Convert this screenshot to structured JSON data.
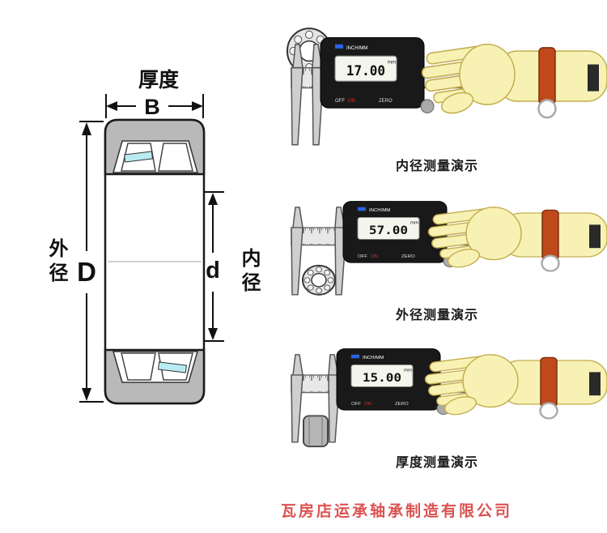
{
  "page": {
    "watermark": "瓦房店运承轴承制造有限公司",
    "watermark_color": "#d94040",
    "background": "#ffffff"
  },
  "diagram": {
    "thickness_label": "厚度",
    "width_symbol": "B",
    "outer_label": "外径",
    "outer_symbol": "D",
    "inner_symbol": "d",
    "inner_label": "内径",
    "colors": {
      "ring_gray": "#b9b9b9",
      "roller_cyan": "#b8ecf2"
    }
  },
  "caliper": {
    "mode_label": "INCH/MM",
    "off_label": "OFF",
    "on_label": "ON",
    "zero_label": "ZERO",
    "colors": {
      "body_dark": "#191919",
      "glove_yellow": "#f7f2b4",
      "watch_orange": "#c0491c"
    }
  },
  "demos": [
    {
      "caption": "内径测量演示",
      "reading": "17.00",
      "unit": "mm"
    },
    {
      "caption": "外径测量演示",
      "reading": "57.00",
      "unit": "mm"
    },
    {
      "caption": "厚度测量演示",
      "reading": "15.00",
      "unit": "mm"
    }
  ]
}
